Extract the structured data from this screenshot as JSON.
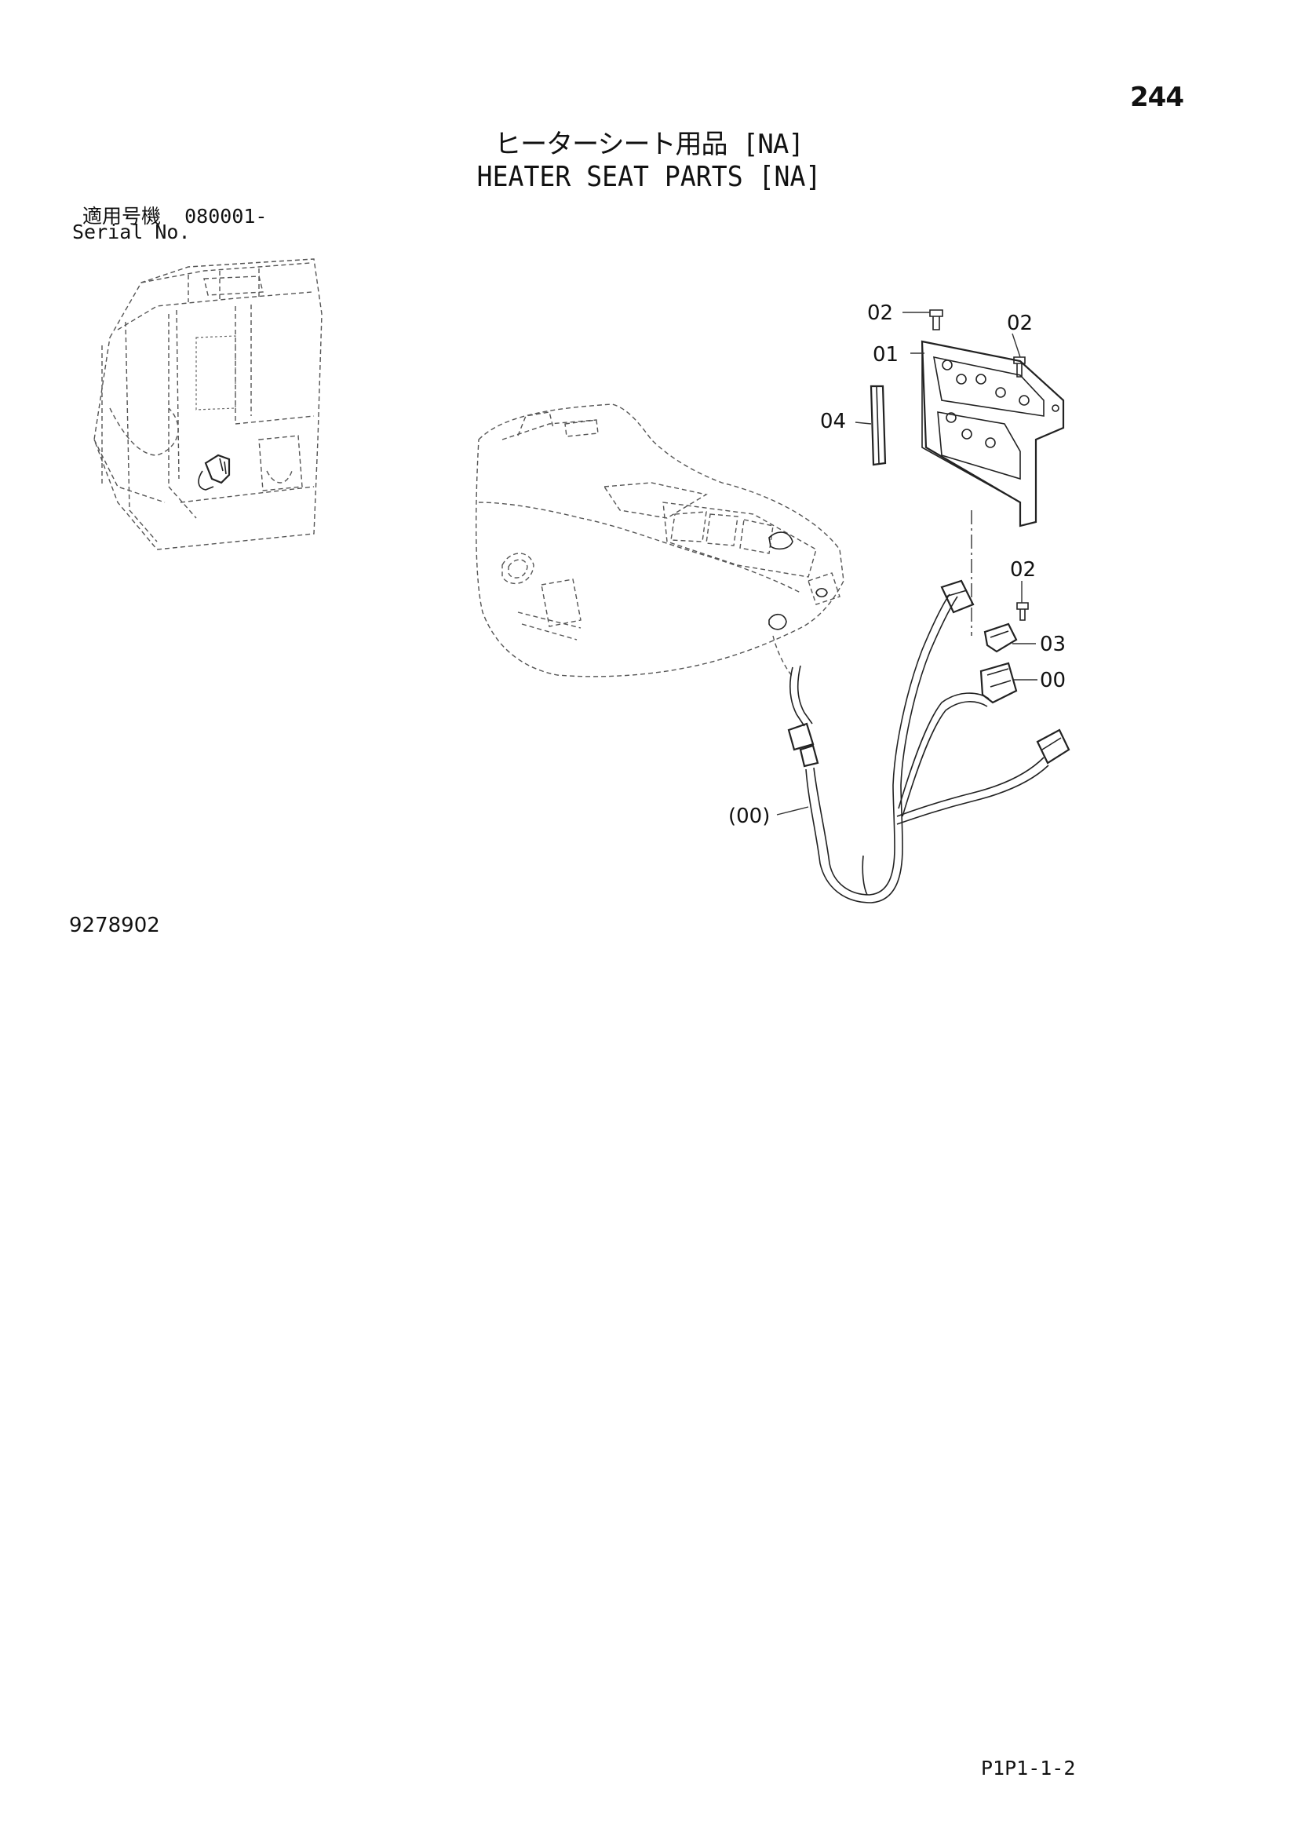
{
  "page_number": "244",
  "title_jp": "ヒーターシート用品 [NA]",
  "title_en": "HEATER SEAT PARTS [NA]",
  "serial": {
    "label_jp": "適用号機",
    "value": "080001-",
    "label_en": "Serial No."
  },
  "callouts": {
    "c01": "01",
    "c02a": "02",
    "c02b": "02",
    "c02c": "02",
    "c03": "03",
    "c04": "04",
    "c00": "00",
    "c00_paren": "(00)"
  },
  "figure_number": "9278902",
  "page_code": "P1P1-1-2"
}
